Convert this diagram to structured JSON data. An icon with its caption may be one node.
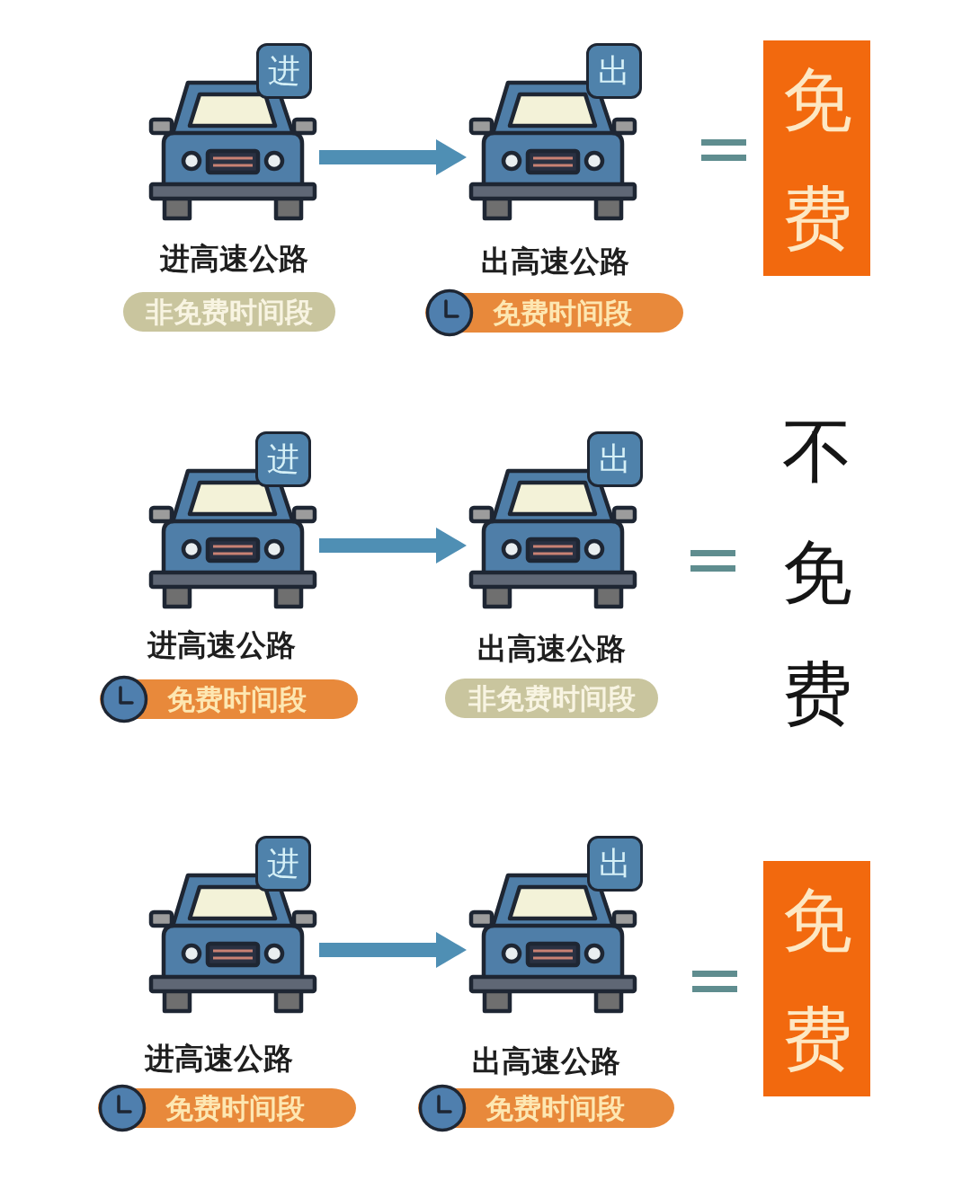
{
  "diagram": {
    "nodes": [
      {
        "text": [],
        "shape": "picture"
      },
      {
        "text": [
          "进"
        ]
      },
      {
        "text": [
          "非免费时间段"
        ],
        "beside": [
          "进高速公路"
        ]
      },
      {
        "text": [],
        "shape": "picture"
      },
      {
        "text": [
          "出"
        ]
      },
      {
        "text": [
          "免费时间段"
        ],
        "beside": [
          "出高速公路"
        ]
      },
      {
        "text": [
          "免费"
        ]
      },
      {
        "text": [],
        "shape": "picture"
      },
      {
        "text": [
          "进"
        ]
      },
      {
        "text": [
          "免费时间段"
        ],
        "beside": [
          "进高速公路"
        ]
      },
      {
        "text": [],
        "shape": "picture"
      },
      {
        "text": [
          "出"
        ]
      },
      {
        "text": [
          "非免费时间段"
        ],
        "beside": [
          "出高速公路"
        ]
      },
      {
        "text": [],
        "shape": "picture"
      },
      {
        "text": [
          "进"
        ]
      },
      {
        "text": [
          "免费时间段"
        ],
        "beside": [
          "进高速公路"
        ]
      },
      {
        "text": [],
        "shape": "picture"
      },
      {
        "text": [
          "出"
        ]
      },
      {
        "text": [
          "免费时间段"
        ],
        "beside": [
          "出高速公路"
        ]
      },
      {
        "text": [
          "免费"
        ]
      }
    ],
    "edges": [
      {
        "from": 0,
        "to": 3,
        "arrow": "to"
      },
      {
        "from": 7,
        "to": 10,
        "arrow": "to"
      },
      {
        "from": 13,
        "to": 16,
        "arrow": "to"
      }
    ],
    "labels": [
      "不免费"
    ]
  }
}
